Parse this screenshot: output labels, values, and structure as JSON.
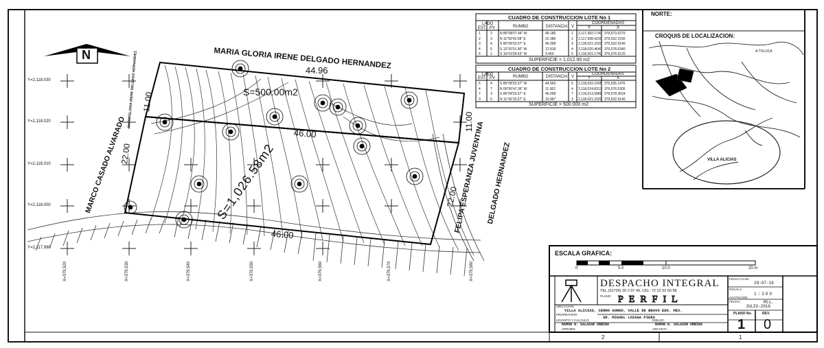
{
  "owners": {
    "north": "MARIA GLORIA IRENE DELGADO HERNANDEZ",
    "west": "MARCO CASADO ALVARADO",
    "east_line1": "FELIPA ESPERANZA JUVENTINA",
    "east_line2": "DELGADO HERNANDEZ",
    "northwest_small": "MARIA GLORIA IRENE DELGADO HERNANDEZ"
  },
  "dimensions": {
    "top": "44.96",
    "middle": "46.00",
    "bottom": "46.00",
    "left_upper": "11.00",
    "left_lower": "22.00",
    "right_upper": "11.00",
    "right_lower": "22.00"
  },
  "areas": {
    "lot1": "S=500.00m2",
    "lot2": "S=1,026.58m2"
  },
  "north_arrow": {
    "label": "N"
  },
  "grid": {
    "y_labels": [
      "Y=2,118,030",
      "Y=2,118,020",
      "Y=2,118,010",
      "Y=2,118,000",
      "Y=2,117,990"
    ],
    "x_labels": [
      "X=379,520",
      "X=379,530",
      "X=379,540",
      "X=379,550",
      "X=379,560",
      "X=379,570",
      "X=379,580"
    ]
  },
  "table1": {
    "title": "CUADRO DE CONSTRUCCION LOTE No 1",
    "headers": [
      "LADO",
      "RUMBO",
      "DISTANCIA",
      "V",
      "COORDENADAS"
    ],
    "subheaders": [
      "EST",
      "PV",
      "Y",
      "X"
    ],
    "rows": [
      [
        "1",
        "2",
        "N 86°08'07.44\" W",
        "46.180",
        "1",
        "2,117,992.1740",
        "379,573.6270"
      ],
      [
        "2",
        "3",
        "N 11°56'42.08\" E",
        "22.386",
        "2",
        "2,117,998.4230",
        "379,532.2160"
      ],
      [
        "3",
        "4",
        "S 86°08'33.57\" E",
        "46.058",
        "3",
        "2,118,021.3320",
        "379,532.9140"
      ],
      [
        "4",
        "5",
        "S 12°20'31.90\" W",
        "12.818",
        "4",
        "2,118,020.4640",
        "379,578.6340"
      ],
      [
        "5",
        "1",
        "S 16°03'28.63\" W",
        "9.450",
        "5",
        "2,118,001.1740",
        "379,576.6120"
      ]
    ],
    "surface": "SUPERFICIE = 1,012.00 m2"
  },
  "table2": {
    "title": "CUADRO DE CONSTRUCCION LOTE No 2",
    "headers": [
      "LADO",
      "RUMBO",
      "DISTANCIA",
      "V",
      "COORDENADAS"
    ],
    "subheaders": [
      "EST",
      "PV",
      "Y",
      "X"
    ],
    "rows": [
      [
        "5",
        "4",
        "S 86°08'33.57\" W",
        "44.963",
        "5",
        "2,118,032.1005",
        "379,535.1476"
      ],
      [
        "4",
        "7",
        "N 06°50'47.36\" W",
        "11.062",
        "4",
        "2,118,024.8317",
        "379,576.5305"
      ],
      [
        "7",
        "3",
        "S 86°08'33.57\" E",
        "46.058",
        "7",
        "2,118,013.5889",
        "379,578.3624"
      ],
      [
        "3",
        "6",
        "N 11°42'15.57\" E",
        "10.967",
        "3",
        "2,118,021.3320",
        "379,532.9140"
      ]
    ],
    "surface": "SUPERFICIE = 500.000 m2"
  },
  "location": {
    "north_label": "NORTE:",
    "title": "CROQUIS DE LOCALIZACION:",
    "place": "VILLA ALICIAS",
    "road": "A TOLUCA"
  },
  "scale_bar": {
    "title": "ESCALA GRAFICA:",
    "ticks": [
      "0",
      "5.0",
      "10.0",
      "20.m"
    ]
  },
  "title_block": {
    "company": "DESPACHO INTEGRAL",
    "contact": "TEL.(01726) 26 2 07 49, CEL: 72 22 52 60 58",
    "plan_label": "PLANO:",
    "plan_name": "PERFIL",
    "location_label": "UBICACION:",
    "location": "VILLA ALICIAS, CERRO GORDO, VALLE DE BRAVO EDO. MEX.",
    "owner_label": "PROPIETARIO:",
    "owner": "SR. MIGUEL LOZAGA PIERA",
    "survey_label": "LEVANTO Y CALCULO:",
    "survey": "RAMON W. SALAZAR URBINA",
    "drew_label": "DIBUJO:",
    "drew": "RAMON W. SALAZAR URBINA",
    "approved_label": "APROBO:",
    "file_label": "ARCHIVO:",
    "date_label": "FECHA CLAB",
    "date": "29-07-16",
    "scale_label": "ESCALA:",
    "scale": "1:300",
    "units_label": "ACOTACION:",
    "units": "Mts.",
    "fecha_label": "FECHA:",
    "fecha": "JULIO-2016",
    "plano_no_label": "PLANO No.",
    "plano_no": "1",
    "rev_label": "REV.",
    "rev": "0"
  },
  "frame": {
    "bottom_left": "2",
    "bottom_right": "1"
  }
}
